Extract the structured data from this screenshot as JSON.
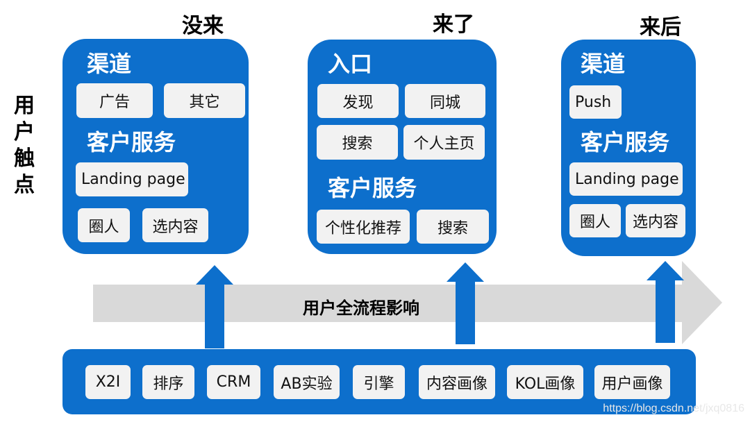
{
  "columns": [
    {
      "title": "没来",
      "sections": [
        {
          "heading": "渠道",
          "items": [
            "广告",
            "其它"
          ]
        },
        {
          "heading": "客户服务",
          "items": [
            "Landing page",
            "圈人",
            "选内容"
          ]
        }
      ]
    },
    {
      "title": "来了",
      "sections": [
        {
          "heading": "入口",
          "items": [
            "发现",
            "同城",
            "搜索",
            "个人主页"
          ]
        },
        {
          "heading": "客户服务",
          "items": [
            "个性化推荐",
            "搜索"
          ]
        }
      ]
    },
    {
      "title": "来后",
      "sections": [
        {
          "heading": "渠道",
          "items": [
            "Push"
          ]
        },
        {
          "heading": "客户服务",
          "items": [
            "Landing page",
            "圈人",
            "选内容"
          ]
        }
      ]
    }
  ],
  "side_label": "用户触点",
  "flow_label": "用户全流程影响",
  "bottom_items": [
    "X2I",
    "排序",
    "CRM",
    "AB实验",
    "引擎",
    "内容画像",
    "KOL画像",
    "用户画像"
  ],
  "watermark": "https://blog.csdn.net/jxq0816",
  "colors": {
    "panel": "#0d6fcc",
    "chip": "#f2f2f2",
    "arrow_gray": "#d9d9d9"
  }
}
